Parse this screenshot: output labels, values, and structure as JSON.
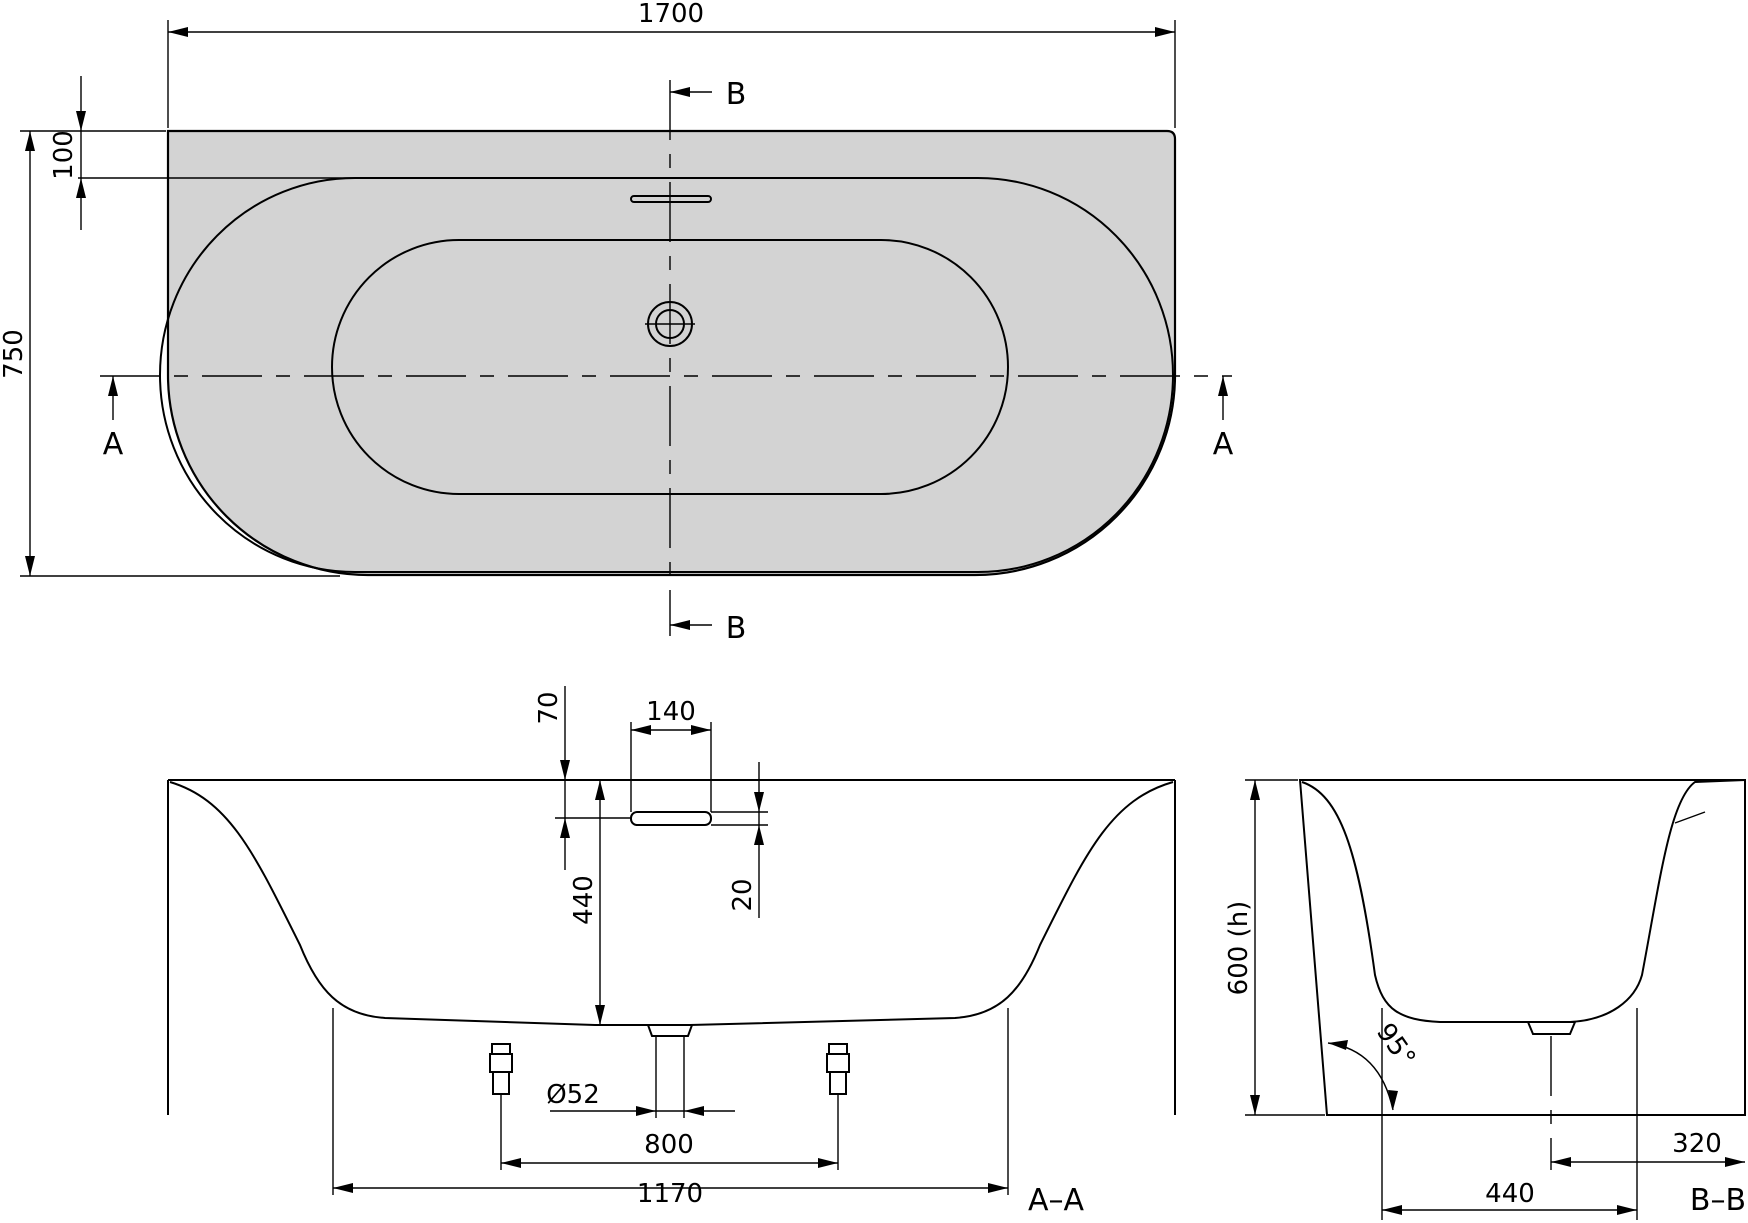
{
  "top_view": {
    "width_label": "1700",
    "depth_label": "750",
    "rim_label": "100",
    "section_a_left": "A",
    "section_a_right": "A",
    "section_b_top": "B",
    "section_b_bottom": "B",
    "fill_color": "#d3d3d3"
  },
  "section_aa": {
    "overflow_width_label": "140",
    "overflow_top_label": "70",
    "overflow_depth_label": "440",
    "overflow_height_label": "20",
    "drain_diameter_label": "Ø52",
    "feet_spacing_label": "800",
    "base_width_label": "1170",
    "section_label": "A–A"
  },
  "section_bb": {
    "height_label": "600 (h)",
    "angle_label": "95°",
    "drain_offset_label": "320",
    "base_depth_label": "440",
    "section_label": "B–B"
  }
}
